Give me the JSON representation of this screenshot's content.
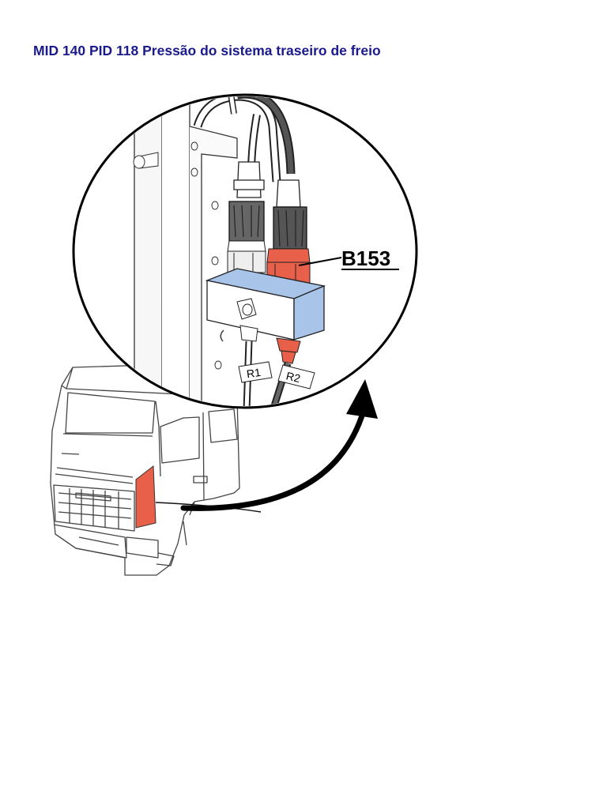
{
  "document": {
    "title": "MID 140 PID 118 Pressão do sistema traseiro de freio"
  },
  "illustration": {
    "component_label": "B153",
    "cable_tag_1": "R1",
    "cable_tag_2": "R2",
    "highlight_color": "#e8604a",
    "sensor_block_color": "#a8c4e8"
  }
}
